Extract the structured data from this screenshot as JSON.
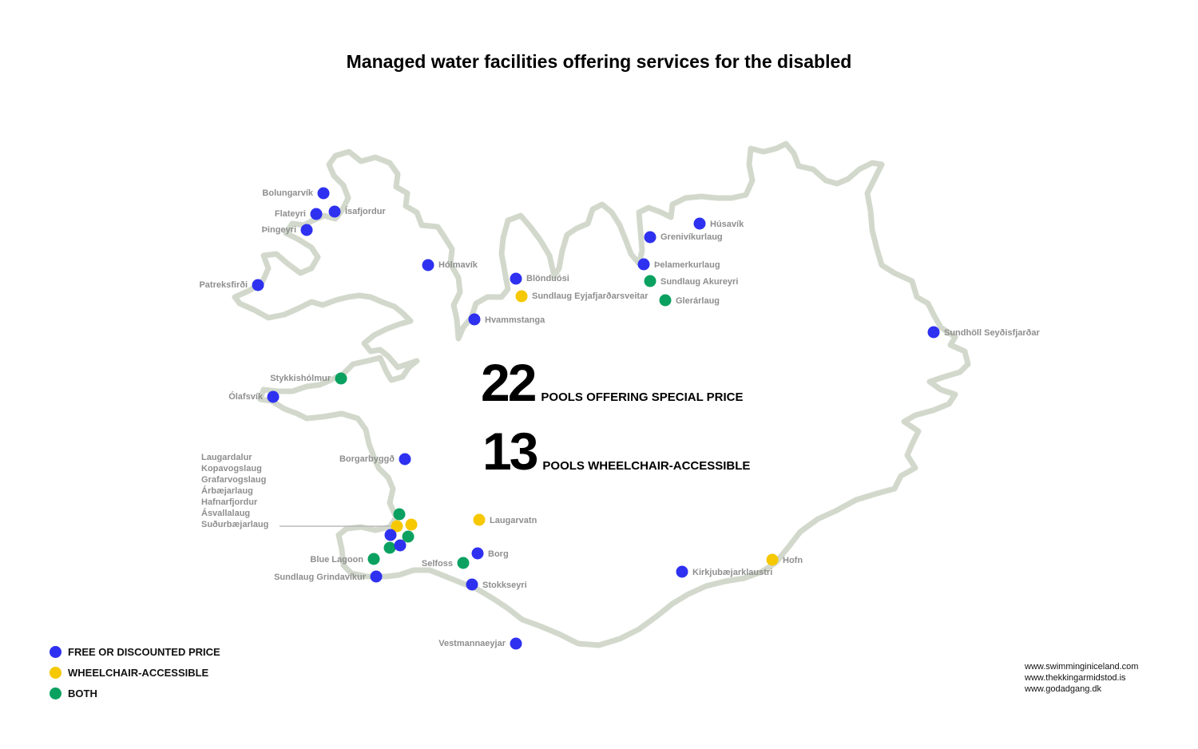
{
  "title": "Managed water facilities offering services for the disabled",
  "colors": {
    "free_or_discounted": "#2e31f0",
    "wheelchair_accessible": "#f5c800",
    "both": "#0aa160",
    "outline": "#d2d9cc",
    "label": "#8e8e8e"
  },
  "stats": [
    {
      "number": "22",
      "label": "POOLS OFFERING SPECIAL PRICE"
    },
    {
      "number": "13",
      "label": "POOLS WHEELCHAIR-ACCESSIBLE"
    }
  ],
  "legend": [
    {
      "label": "FREE OR DISCOUNTED PRICE",
      "color": "#2e31f0"
    },
    {
      "label": "WHEELCHAIR-ACCESSIBLE",
      "color": "#f5c800"
    },
    {
      "label": "BOTH",
      "color": "#0aa160"
    }
  ],
  "capital_area_list": [
    "Laugardalur",
    "Kopavogslaug",
    "Grafarvogslaug",
    "Árbæjarlaug",
    "Hafnarfjordur",
    "Ásvallalaug",
    "Suðurbæjarlaug"
  ],
  "locations": [
    {
      "name": "Bolungarvík",
      "category": "free_or_discounted"
    },
    {
      "name": "Flateyri",
      "category": "free_or_discounted"
    },
    {
      "name": "Ísafjordur",
      "category": "free_or_discounted"
    },
    {
      "name": "Þingeyri",
      "category": "free_or_discounted"
    },
    {
      "name": "Patreksfirði",
      "category": "free_or_discounted"
    },
    {
      "name": "Hólmavík",
      "category": "free_or_discounted"
    },
    {
      "name": "Blönduósi",
      "category": "free_or_discounted"
    },
    {
      "name": "Sundlaug Eyjafjarðarsveitar",
      "category": "wheelchair_accessible"
    },
    {
      "name": "Hvammstanga",
      "category": "free_or_discounted"
    },
    {
      "name": "Grenivíkurlaug",
      "category": "free_or_discounted"
    },
    {
      "name": "Húsavík",
      "category": "free_or_discounted"
    },
    {
      "name": "Þelamerkurlaug",
      "category": "free_or_discounted"
    },
    {
      "name": "Sundlaug Akureyri",
      "category": "both"
    },
    {
      "name": "Glerárlaug",
      "category": "both"
    },
    {
      "name": "Sundhöll Seyðisfjarðar",
      "category": "free_or_discounted"
    },
    {
      "name": "Stykkishólmur",
      "category": "both"
    },
    {
      "name": "Ólafsvík",
      "category": "free_or_discounted"
    },
    {
      "name": "Borgarbyggð",
      "category": "free_or_discounted"
    },
    {
      "name": "Laugarvatn",
      "category": "wheelchair_accessible"
    },
    {
      "name": "Borg",
      "category": "free_or_discounted"
    },
    {
      "name": "Selfoss",
      "category": "both"
    },
    {
      "name": "Stokkseyri",
      "category": "free_or_discounted"
    },
    {
      "name": "Blue Lagoon",
      "category": "both"
    },
    {
      "name": "Sundlaug Grindavíkur",
      "category": "free_or_discounted"
    },
    {
      "name": "Kirkjubæjarklaustri",
      "category": "free_or_discounted"
    },
    {
      "name": "Hofn",
      "category": "wheelchair_accessible"
    },
    {
      "name": "Vestmannaeyjar",
      "category": "free_or_discounted"
    }
  ],
  "capital_area_markers": [
    "both",
    "wheelchair_accessible",
    "wheelchair_accessible",
    "free_or_discounted",
    "both",
    "both",
    "free_or_discounted"
  ],
  "sources": [
    "www.swimminginiceland.com",
    "www.thekkingarmidstod.is",
    "www.godadgang.dk"
  ]
}
